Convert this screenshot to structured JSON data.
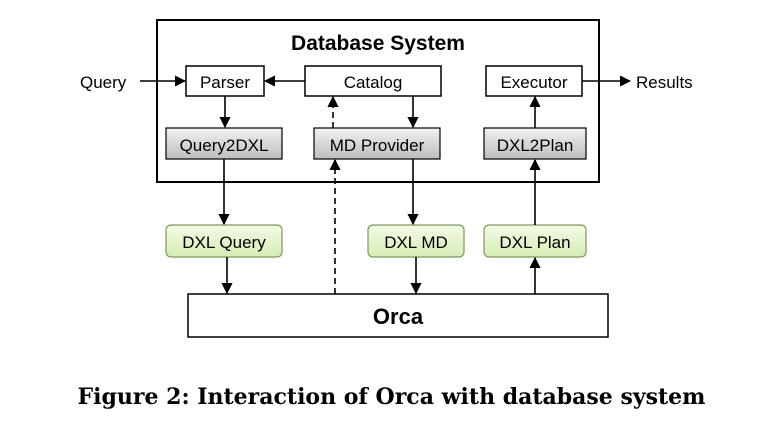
{
  "system": {
    "title": "Database System"
  },
  "nodes": {
    "parser": "Parser",
    "catalog": "Catalog",
    "executor": "Executor",
    "query2dxl": "Query2DXL",
    "md_provider": "MD Provider",
    "dxl2plan": "DXL2Plan",
    "dxl_query": "DXL Query",
    "dxl_md": "DXL MD",
    "dxl_plan": "DXL Plan",
    "orca": "Orca"
  },
  "io": {
    "input": "Query",
    "output": "Results"
  },
  "caption": "Figure 2: Interaction of Orca with database system",
  "colors": {
    "gray_fill_top": "#f2f2f2",
    "gray_fill_bottom": "#bdbdbd",
    "green_fill_top": "#f3fbe6",
    "green_fill_bottom": "#d6ecb4",
    "stroke": "#000000"
  }
}
